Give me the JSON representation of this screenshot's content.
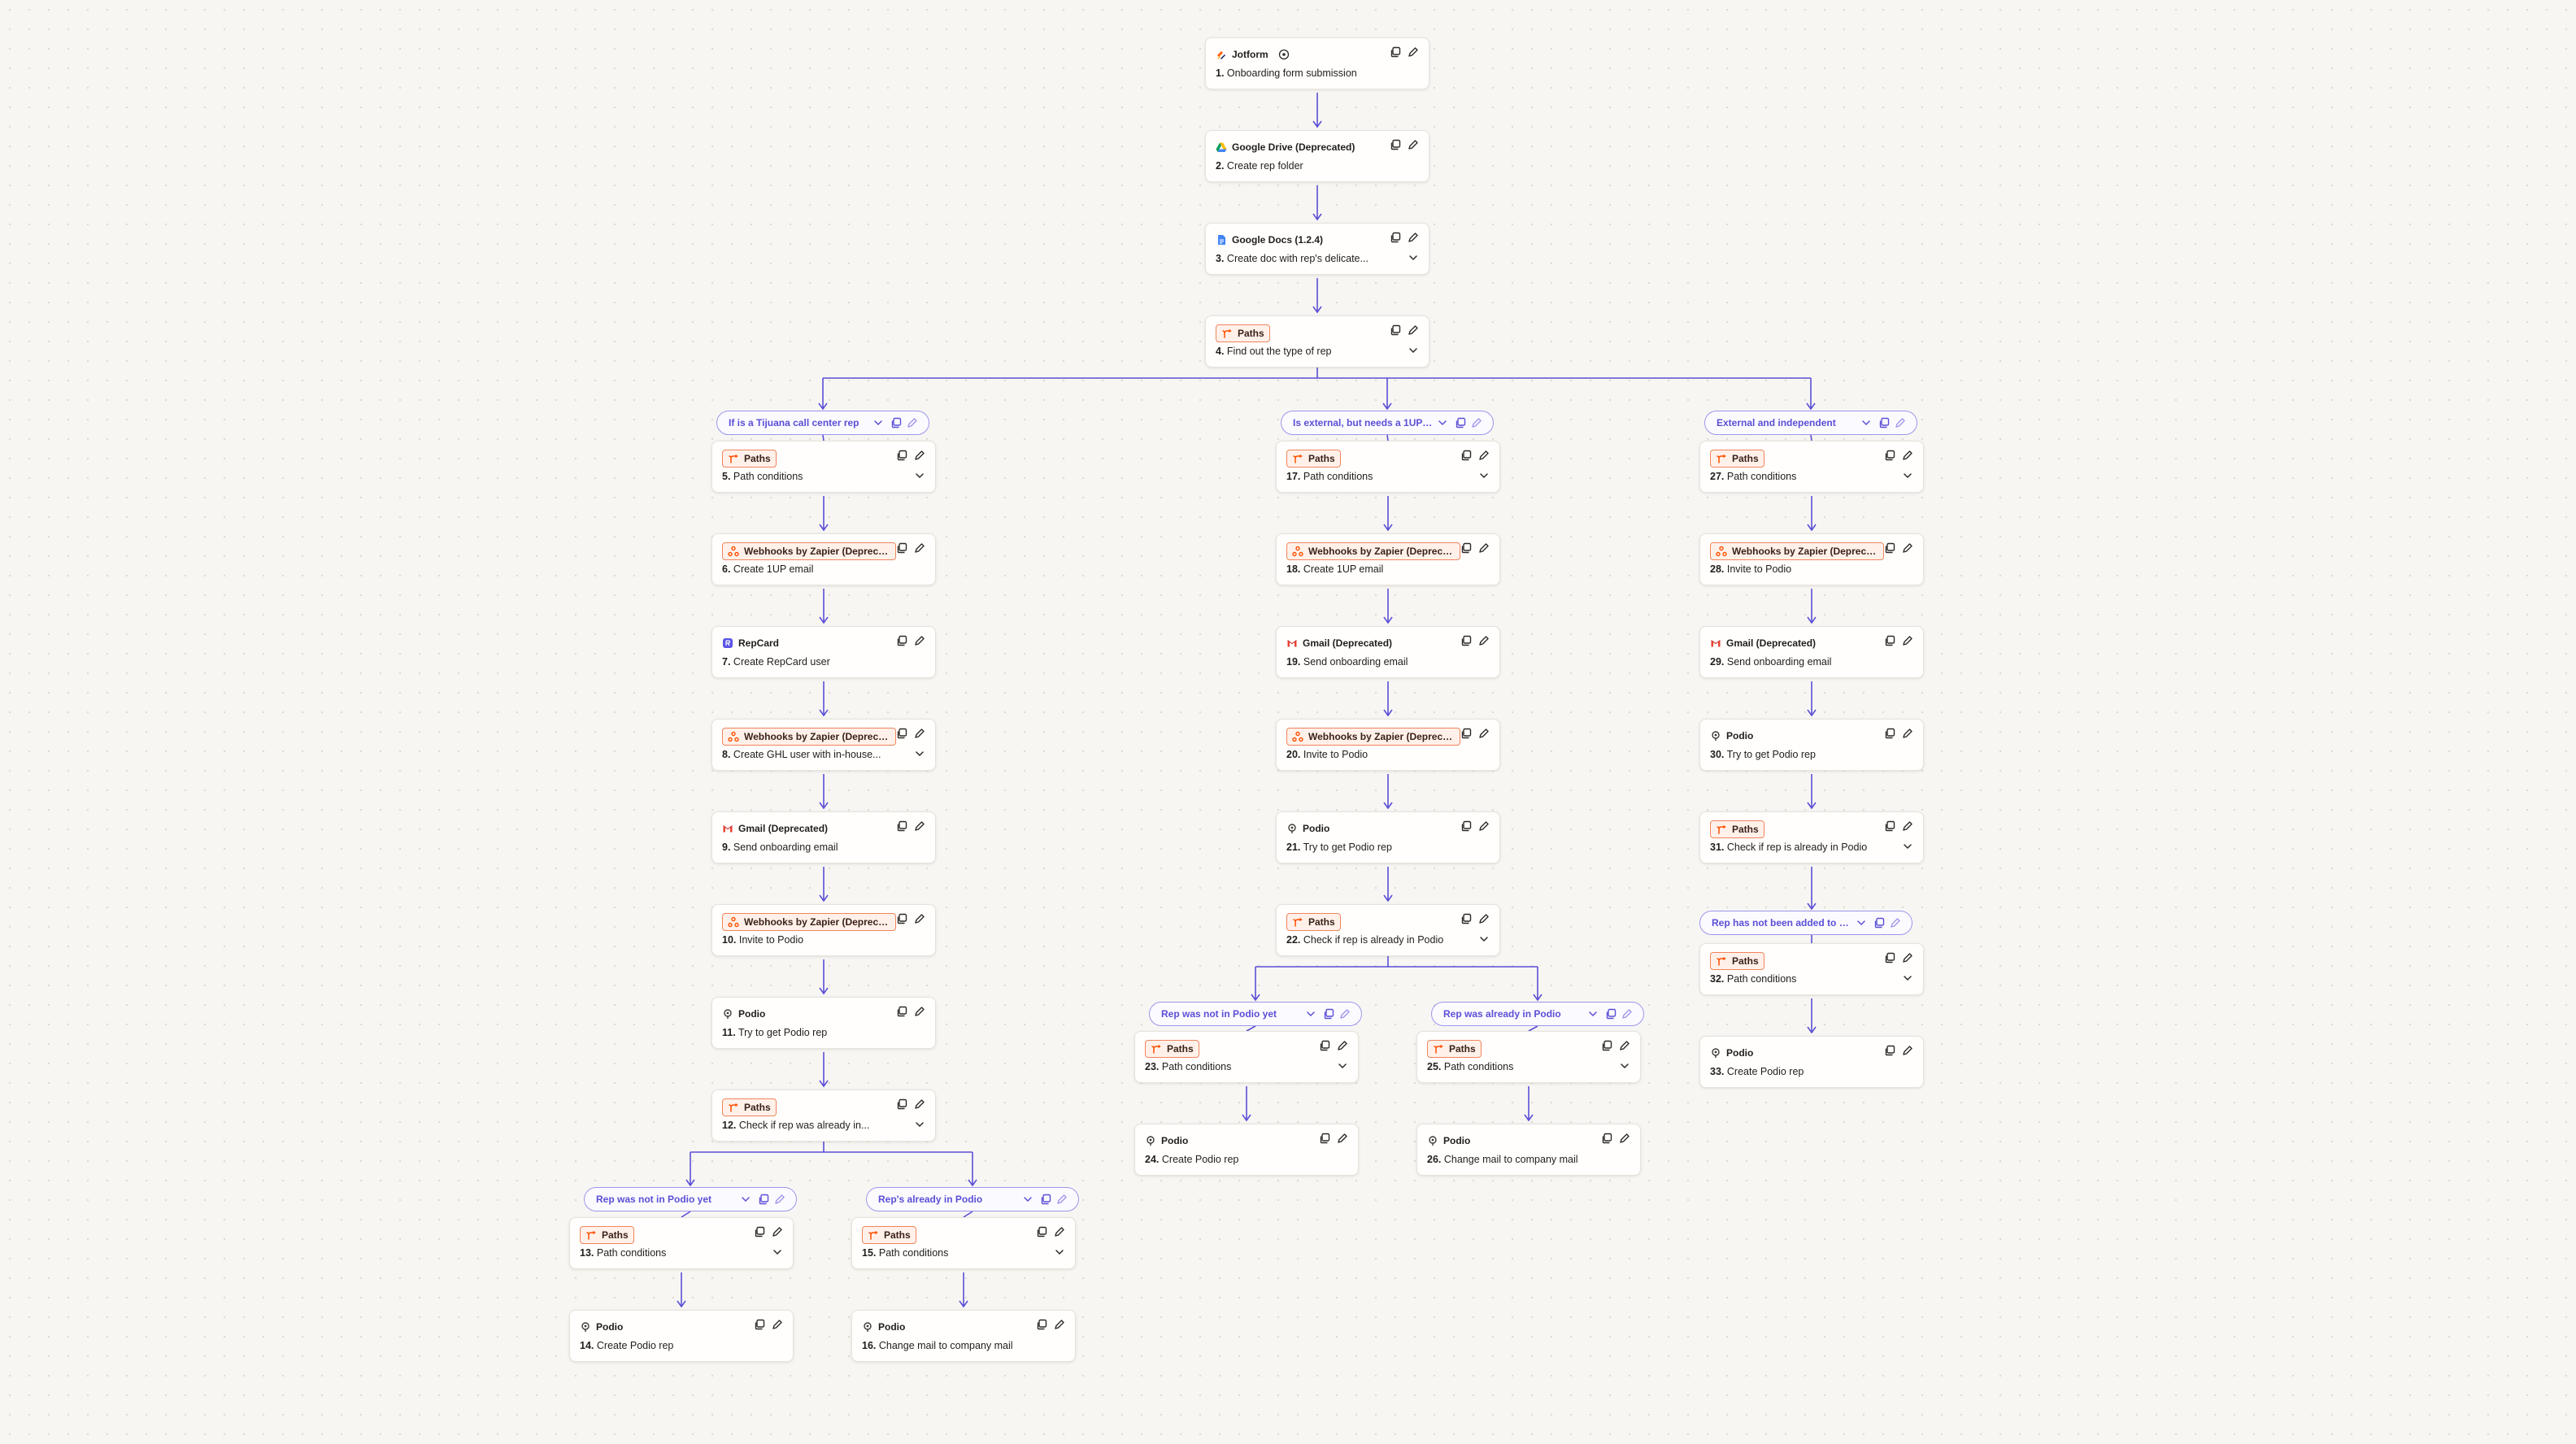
{
  "colors": {
    "connector": "#5b4fd6",
    "paths_badge_border": "#f0845c",
    "paths_badge_bg": "#fff1ea",
    "branch_label": "#5b4fd6",
    "background": "#f7f6f3"
  },
  "steps": [
    {
      "id": "s1",
      "app": "Jotform",
      "icon": "jotform-icon",
      "num": "1.",
      "title": "Onboarding form submission",
      "badge": false,
      "chevron": false,
      "extra_icon": true
    },
    {
      "id": "s2",
      "app": "Google Drive (Deprecated)",
      "icon": "google-drive-icon",
      "num": "2.",
      "title": "Create rep folder",
      "badge": false,
      "chevron": false
    },
    {
      "id": "s3",
      "app": "Google Docs (1.2.4)",
      "icon": "google-docs-icon",
      "num": "3.",
      "title": "Create doc with rep's delicate...",
      "badge": false,
      "chevron": true
    },
    {
      "id": "s4",
      "app": "Paths",
      "icon": "paths-icon",
      "num": "4.",
      "title": "Find out the type of rep",
      "badge": true,
      "chevron": true
    },
    {
      "id": "s5",
      "app": "Paths",
      "icon": "paths-icon",
      "num": "5.",
      "title": "Path conditions",
      "badge": true,
      "chevron": true
    },
    {
      "id": "s6",
      "app": "Webhooks by Zapier (Deprecat...",
      "icon": "webhooks-icon",
      "num": "6.",
      "title": "Create 1UP email",
      "badge": true,
      "chevron": false
    },
    {
      "id": "s7",
      "app": "RepCard",
      "icon": "repcard-icon",
      "num": "7.",
      "title": "Create RepCard user",
      "badge": false,
      "chevron": false
    },
    {
      "id": "s8",
      "app": "Webhooks by Zapier (Deprecat...",
      "icon": "webhooks-icon",
      "num": "8.",
      "title": "Create GHL user with in-house...",
      "badge": true,
      "chevron": true
    },
    {
      "id": "s9",
      "app": "Gmail (Deprecated)",
      "icon": "gmail-icon",
      "num": "9.",
      "title": "Send onboarding email",
      "badge": false,
      "chevron": false
    },
    {
      "id": "s10",
      "app": "Webhooks by Zapier (Deprecat...",
      "icon": "webhooks-icon",
      "num": "10.",
      "title": "Invite to Podio",
      "badge": true,
      "chevron": false
    },
    {
      "id": "s11",
      "app": "Podio",
      "icon": "podio-icon",
      "num": "11.",
      "title": "Try to get Podio rep",
      "badge": false,
      "chevron": false
    },
    {
      "id": "s12",
      "app": "Paths",
      "icon": "paths-icon",
      "num": "12.",
      "title": "Check if rep was already in...",
      "badge": true,
      "chevron": true
    },
    {
      "id": "s13",
      "app": "Paths",
      "icon": "paths-icon",
      "num": "13.",
      "title": "Path conditions",
      "badge": true,
      "chevron": true
    },
    {
      "id": "s14",
      "app": "Podio",
      "icon": "podio-icon",
      "num": "14.",
      "title": "Create Podio rep",
      "badge": false,
      "chevron": false
    },
    {
      "id": "s15",
      "app": "Paths",
      "icon": "paths-icon",
      "num": "15.",
      "title": "Path conditions",
      "badge": true,
      "chevron": true
    },
    {
      "id": "s16",
      "app": "Podio",
      "icon": "podio-icon",
      "num": "16.",
      "title": "Change mail to company mail",
      "badge": false,
      "chevron": false
    },
    {
      "id": "s17",
      "app": "Paths",
      "icon": "paths-icon",
      "num": "17.",
      "title": "Path conditions",
      "badge": true,
      "chevron": true
    },
    {
      "id": "s18",
      "app": "Webhooks by Zapier (Deprecat...",
      "icon": "webhooks-icon",
      "num": "18.",
      "title": "Create 1UP email",
      "badge": true,
      "chevron": false
    },
    {
      "id": "s19",
      "app": "Gmail (Deprecated)",
      "icon": "gmail-icon",
      "num": "19.",
      "title": "Send onboarding email",
      "badge": false,
      "chevron": false
    },
    {
      "id": "s20",
      "app": "Webhooks by Zapier (Deprecat...",
      "icon": "webhooks-icon",
      "num": "20.",
      "title": "Invite to Podio",
      "badge": true,
      "chevron": false
    },
    {
      "id": "s21",
      "app": "Podio",
      "icon": "podio-icon",
      "num": "21.",
      "title": "Try to get Podio rep",
      "badge": false,
      "chevron": false
    },
    {
      "id": "s22",
      "app": "Paths",
      "icon": "paths-icon",
      "num": "22.",
      "title": "Check if rep is already in Podio",
      "badge": true,
      "chevron": true
    },
    {
      "id": "s23",
      "app": "Paths",
      "icon": "paths-icon",
      "num": "23.",
      "title": "Path conditions",
      "badge": true,
      "chevron": true
    },
    {
      "id": "s24",
      "app": "Podio",
      "icon": "podio-icon",
      "num": "24.",
      "title": "Create Podio rep",
      "badge": false,
      "chevron": false
    },
    {
      "id": "s25",
      "app": "Paths",
      "icon": "paths-icon",
      "num": "25.",
      "title": "Path conditions",
      "badge": true,
      "chevron": true
    },
    {
      "id": "s26",
      "app": "Podio",
      "icon": "podio-icon",
      "num": "26.",
      "title": "Change mail to company mail",
      "badge": false,
      "chevron": false
    },
    {
      "id": "s27",
      "app": "Paths",
      "icon": "paths-icon",
      "num": "27.",
      "title": "Path conditions",
      "badge": true,
      "chevron": true
    },
    {
      "id": "s28",
      "app": "Webhooks by Zapier (Deprecat...",
      "icon": "webhooks-icon",
      "num": "28.",
      "title": "Invite to Podio",
      "badge": true,
      "chevron": false
    },
    {
      "id": "s29",
      "app": "Gmail (Deprecated)",
      "icon": "gmail-icon",
      "num": "29.",
      "title": "Send onboarding email",
      "badge": false,
      "chevron": false
    },
    {
      "id": "s30",
      "app": "Podio",
      "icon": "podio-icon",
      "num": "30.",
      "title": "Try to get Podio rep",
      "badge": false,
      "chevron": false
    },
    {
      "id": "s31",
      "app": "Paths",
      "icon": "paths-icon",
      "num": "31.",
      "title": "Check if rep is already in Podio",
      "badge": true,
      "chevron": true
    },
    {
      "id": "s32",
      "app": "Paths",
      "icon": "paths-icon",
      "num": "32.",
      "title": "Path conditions",
      "badge": true,
      "chevron": true
    },
    {
      "id": "s33",
      "app": "Podio",
      "icon": "podio-icon",
      "num": "33.",
      "title": "Create Podio rep",
      "badge": false,
      "chevron": false
    }
  ],
  "branches": [
    {
      "id": "b1",
      "label": "If is a Tijuana call center rep"
    },
    {
      "id": "b2",
      "label": "Is external, but needs a 1UP ..."
    },
    {
      "id": "b3",
      "label": "External and independent"
    },
    {
      "id": "b4",
      "label": "Rep was not in Podio yet"
    },
    {
      "id": "b5",
      "label": "Rep's already in Podio"
    },
    {
      "id": "b6",
      "label": "Rep was not in Podio yet"
    },
    {
      "id": "b7",
      "label": "Rep was already in Podio"
    },
    {
      "id": "b8",
      "label": "Rep has not been added to P..."
    }
  ]
}
